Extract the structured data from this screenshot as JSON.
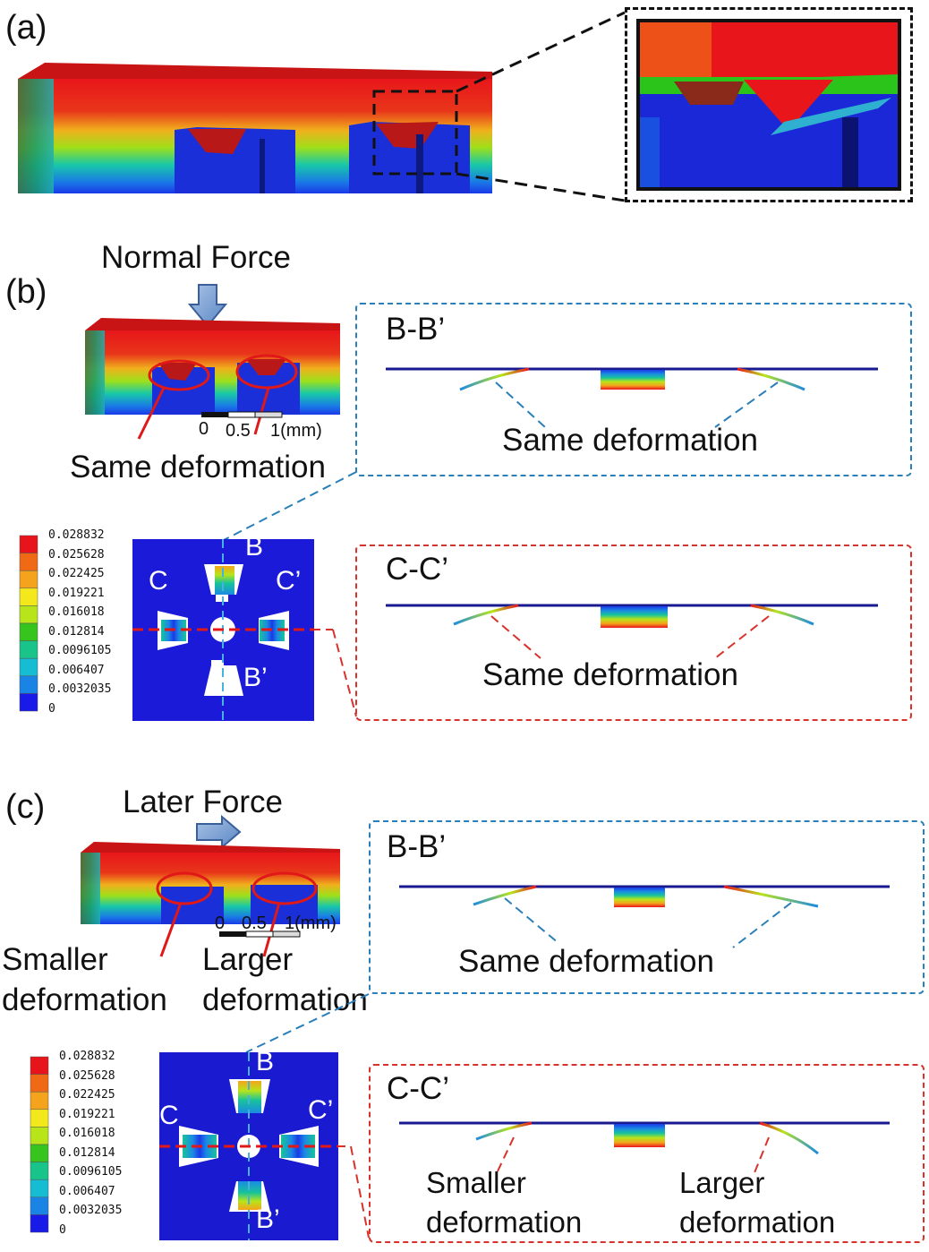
{
  "panels": {
    "a": {
      "label": "(a)"
    },
    "b": {
      "label": "(b)",
      "force_label": "Normal Force",
      "scale_ticks": [
        "0",
        "0.5",
        "1(mm)"
      ],
      "model_caption": "Same deformation",
      "legend_values": [
        "0.028832",
        "0.025628",
        "0.022425",
        "0.019221",
        "0.016018",
        "0.012814",
        "0.0096105",
        "0.006407",
        "0.0032035",
        "0"
      ],
      "plan_labels": {
        "b_top": "B",
        "b_bottom": "B’",
        "c_left": "C",
        "c_right": "C’"
      },
      "bb": {
        "title": "B-B’",
        "caption": "Same deformation"
      },
      "cc": {
        "title": "C-C’",
        "caption": "Same deformation"
      }
    },
    "c": {
      "label": "(c)",
      "force_label": "Later Force",
      "scale_ticks": [
        "0",
        "0.5",
        "1(mm)"
      ],
      "left_caption": [
        "Smaller",
        "deformation"
      ],
      "right_caption": [
        "Larger",
        "deformation"
      ],
      "legend_values": [
        "0.028832",
        "0.025628",
        "0.022425",
        "0.019221",
        "0.016018",
        "0.012814",
        "0.0096105",
        "0.006407",
        "0.0032035",
        "0"
      ],
      "plan_labels": {
        "b_top": "B",
        "b_bottom": "B’",
        "c_left": "C",
        "c_right": "C’"
      },
      "bb": {
        "title": "B-B’",
        "caption": "Same deformation"
      },
      "cc": {
        "title": "C-C’",
        "left_caption": [
          "Smaller",
          "deformation"
        ],
        "right_caption": [
          "Larger",
          "deformation"
        ]
      }
    }
  },
  "colors": {
    "contour_scale": [
      "#e8141c",
      "#f06a16",
      "#f4a41c",
      "#f2e81c",
      "#b8e41a",
      "#38c41e",
      "#18c48a",
      "#16bcd2",
      "#1a84e4",
      "#1a1ae8"
    ],
    "plate_blue": "#1a1ae0",
    "dashed_blue": "#2a7fb8",
    "dashed_red": "#d8322c"
  }
}
